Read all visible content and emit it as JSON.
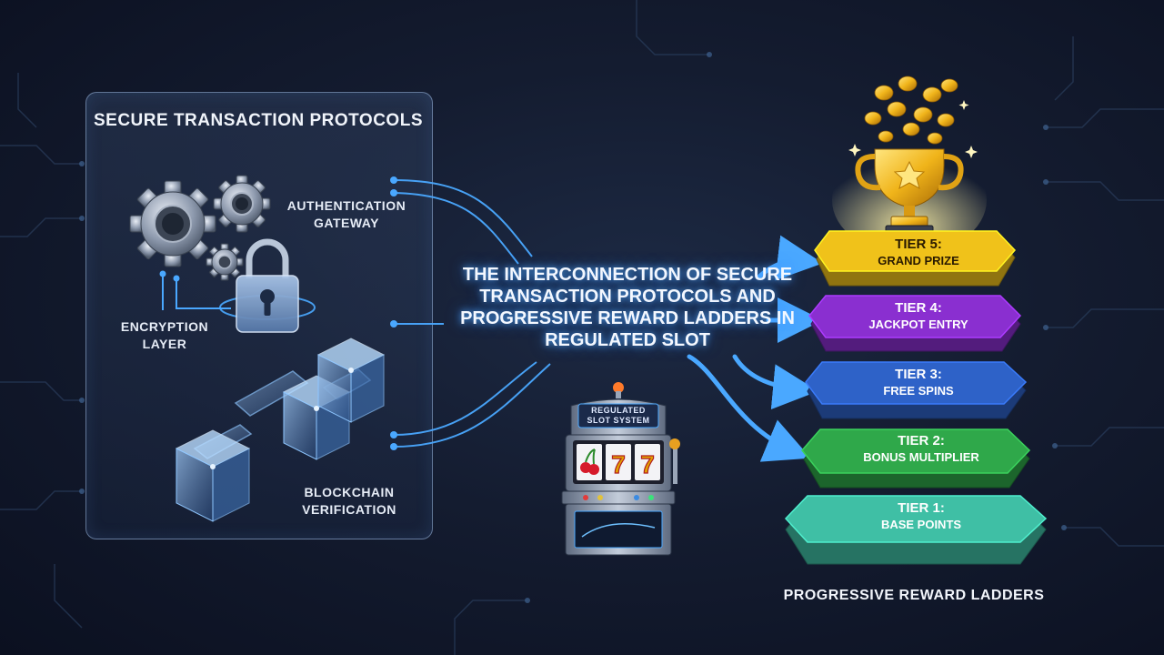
{
  "panel": {
    "title": "Secure Transaction Protocols",
    "labels": {
      "authentication": "Authentication Gateway",
      "encryption": "Encryption Layer",
      "blockchain": "Blockchain Verification"
    }
  },
  "center": {
    "title": "The Interconnection of Secure Transaction Protocols and Progressive Reward Ladders in Regulated Slot"
  },
  "slot_machine": {
    "label": "Regulated Slot System",
    "reels": [
      "cherry",
      "7",
      "7"
    ]
  },
  "ladder": {
    "title": "Progressive Reward Ladders",
    "tiers": [
      {
        "name": "Tier 5:",
        "desc": "Grand Prize",
        "color": "#f0c21a"
      },
      {
        "name": "Tier 4:",
        "desc": "Jackpot Entry",
        "color": "#8a2fd0"
      },
      {
        "name": "Tier 3:",
        "desc": "Free Spins",
        "color": "#2e62c8"
      },
      {
        "name": "Tier 2:",
        "desc": "Bonus Multiplier",
        "color": "#2fa84a"
      },
      {
        "name": "Tier 1:",
        "desc": "Base Points",
        "color": "#3fbfa5"
      }
    ]
  },
  "colors": {
    "background": "#141c30",
    "accent_glow": "#4aa8ff"
  }
}
